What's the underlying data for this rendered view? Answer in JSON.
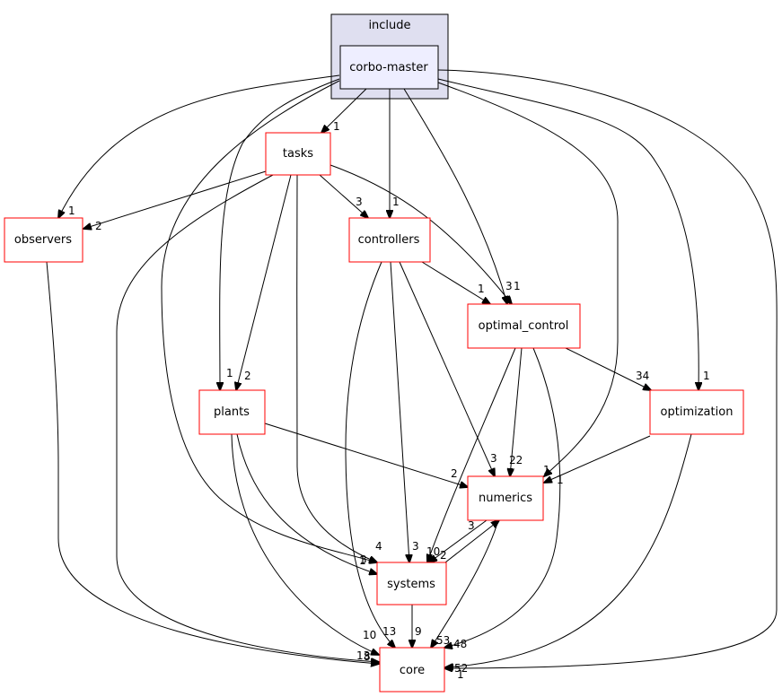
{
  "cluster": {
    "label": "include",
    "fill": "#dfdff0",
    "stroke": "#000000"
  },
  "root": {
    "label": "corbo-master",
    "fill": "#eeeeff",
    "stroke": "#000000"
  },
  "node_stroke": "#ff0000",
  "nodes": {
    "tasks": "tasks",
    "observers": "observers",
    "controllers": "controllers",
    "optimal_control": "optimal_control",
    "plants": "plants",
    "optimization": "optimization",
    "numerics": "numerics",
    "systems": "systems",
    "core": "core"
  },
  "edge_labels": {
    "master_tasks": "1",
    "master_observers": "1",
    "master_controllers": "1",
    "master_optimal_control": "1",
    "master_optimization": "1",
    "master_plants": "1",
    "master_numerics": "1",
    "master_systems": "1",
    "master_core": "1",
    "tasks_observers": "2",
    "tasks_controllers": "3",
    "tasks_optimal_control": "3",
    "tasks_plants": "2",
    "tasks_systems": "4",
    "tasks_core": "13",
    "controllers_optimal_control": "1",
    "controllers_numerics": "3",
    "controllers_systems": "3",
    "controllers_core": "13",
    "optimal_control_optimization": "34",
    "optimal_control_numerics": "22",
    "optimal_control_systems": "10",
    "optimal_control_core": "48",
    "plants_numerics": "2",
    "plants_systems": "3",
    "plants_core": "10",
    "optimization_numerics": "1",
    "optimization_core": "52",
    "numerics_systems": "2",
    "numerics_core": "53",
    "systems_numerics": "3",
    "systems_core": "9",
    "observers_core": "8"
  }
}
